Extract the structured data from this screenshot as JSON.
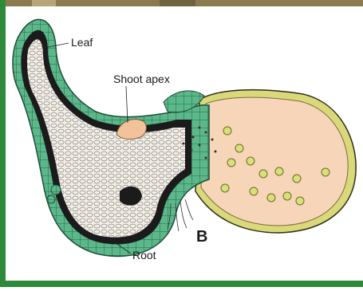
{
  "labels": {
    "leaf": "Leaf",
    "shoot_apex": "Shoot apex",
    "root": "Root",
    "panel": "B"
  },
  "colors": {
    "frame_green": "#2e8a3a",
    "epidermis": "#5bb88a",
    "vascular": "#1b1b1b",
    "tissue": "#f4efe6",
    "endosperm": "#f6d5b9",
    "seed_coat": "#d9d97a",
    "apex": "#f2c39a",
    "photo_strip": "#8a7a4e"
  },
  "icons": [
    "leaf-icon",
    "root-icon"
  ]
}
